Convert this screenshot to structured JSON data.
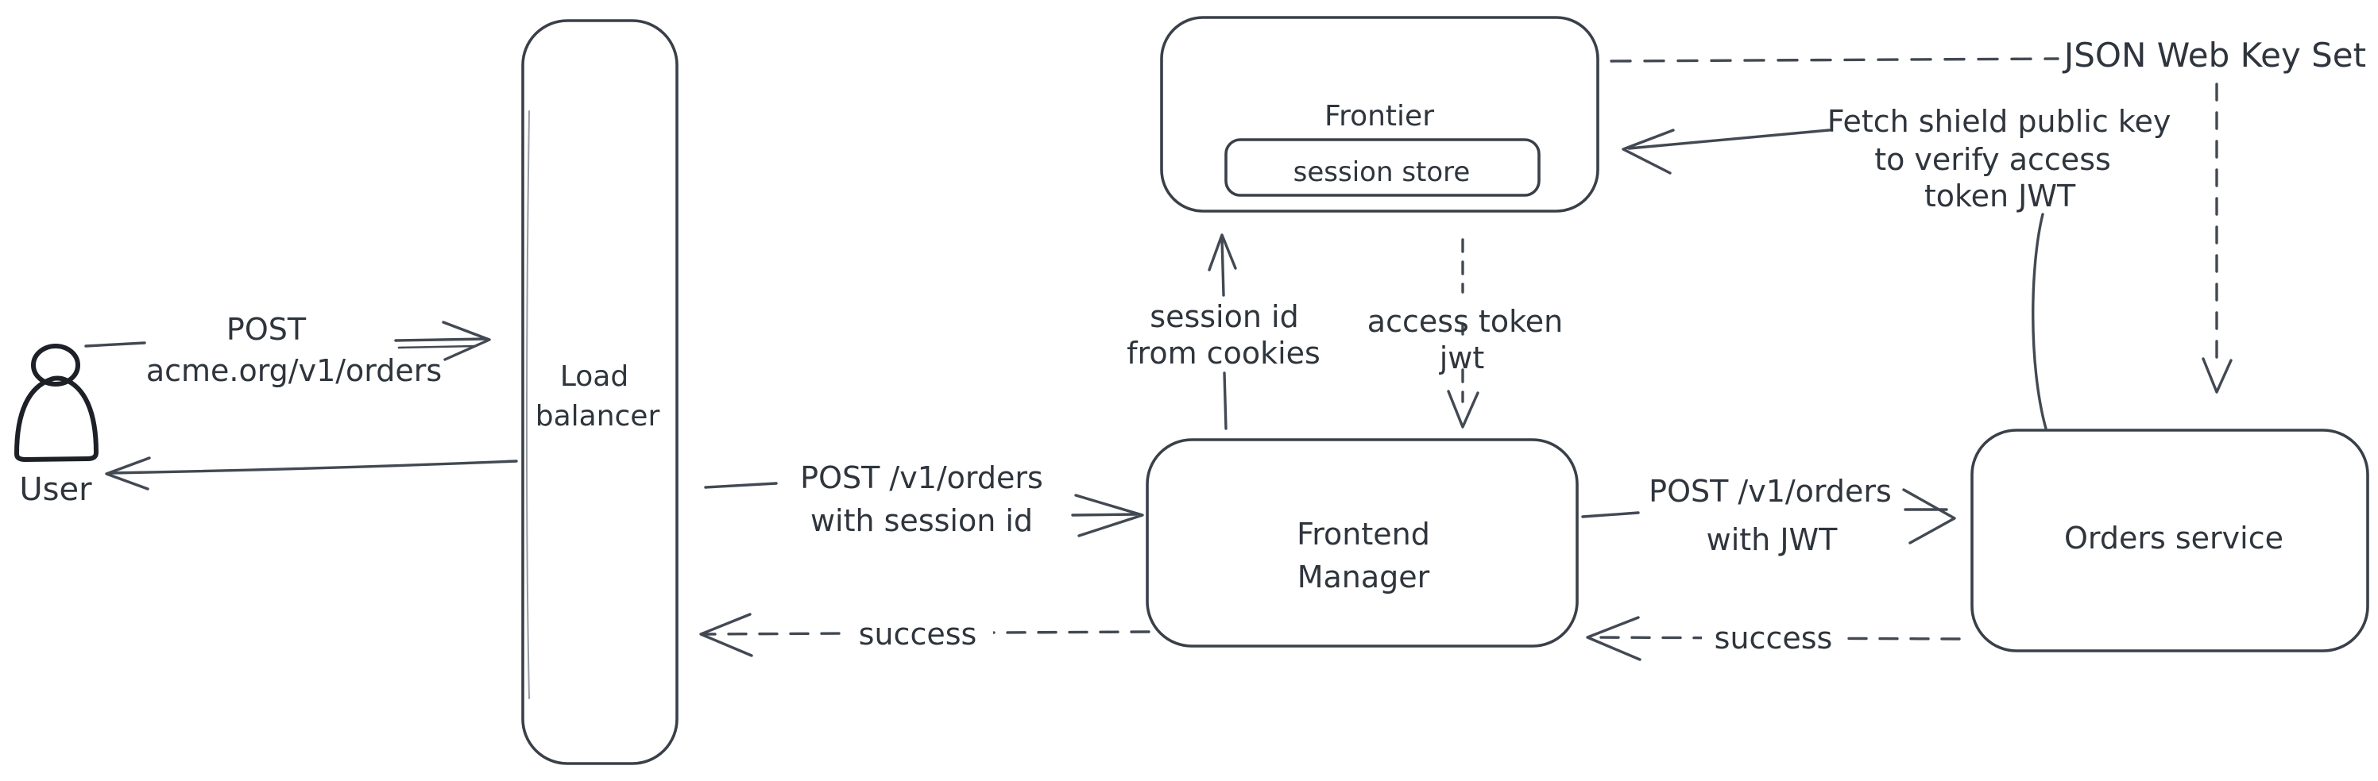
{
  "nodes": {
    "user": {
      "label": "User"
    },
    "load_balancer": {
      "line1": "Load",
      "line2": "balancer"
    },
    "frontier": {
      "title": "Frontier",
      "session_store": "session store"
    },
    "frontend_manager": {
      "line1": "Frontend",
      "line2": "Manager"
    },
    "orders_service": {
      "label": "Orders service"
    }
  },
  "edges": {
    "user_to_lb": {
      "line1": "POST",
      "line2": "acme.org/v1/orders"
    },
    "lb_to_fm": {
      "line1": "POST /v1/orders",
      "line2": "with session id"
    },
    "fm_to_lb": {
      "label": "success"
    },
    "fm_to_frontier": {
      "line1": "session id",
      "line2": "from cookies"
    },
    "frontier_to_fm": {
      "line1": "access token",
      "line2": "jwt"
    },
    "fm_to_orders": {
      "line1": "POST /v1/orders",
      "line2": "with JWT"
    },
    "orders_to_fm": {
      "label": "success"
    },
    "orders_to_frontier": {
      "line1": "Fetch shield public key",
      "line2": "to verify access",
      "line3": "token JWT"
    },
    "jwks": {
      "label": "JSON Web Key Set"
    }
  },
  "colors": {
    "stroke": "#424953",
    "text": "#2f353d",
    "user_figure_stroke": "#1d2127",
    "crosshatch": "#c6cfd9",
    "background": "#ffffff"
  }
}
